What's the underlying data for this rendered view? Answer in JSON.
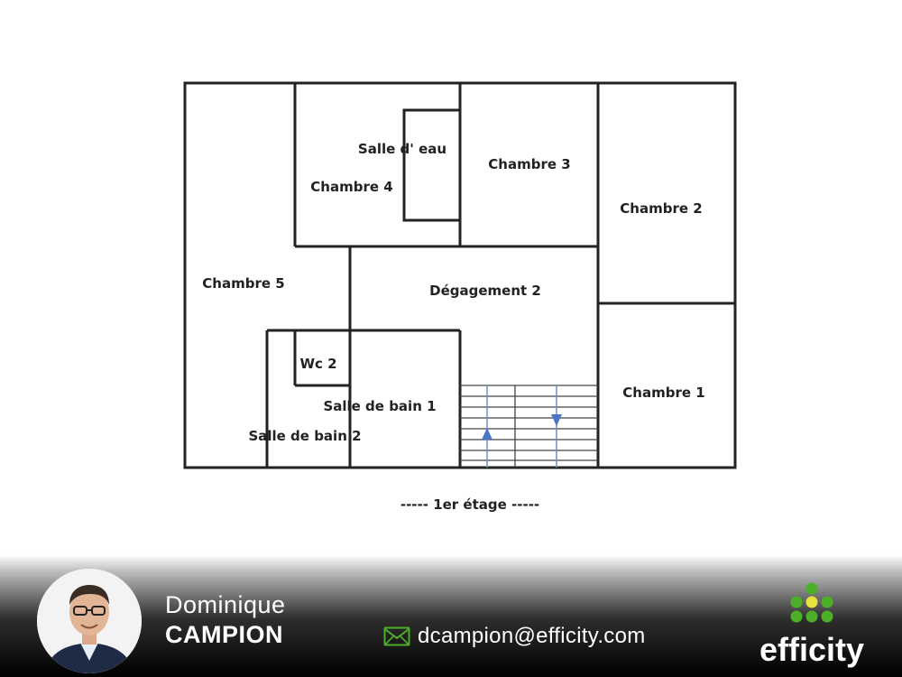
{
  "floor_plan": {
    "rooms": {
      "chambre1": "Chambre 1",
      "chambre2": "Chambre 2",
      "chambre3": "Chambre 3",
      "chambre4": "Chambre 4",
      "chambre5": "Chambre 5",
      "salle_deau": "Salle d' eau",
      "degagement": "Dégagement 2",
      "wc": "Wc 2",
      "sdb1": "Salle de bain 1",
      "sdb2": "Salle de bain 2"
    },
    "caption": "----- 1er étage -----"
  },
  "footer": {
    "first_name": "Dominique",
    "last_name": "CAMPION",
    "email": "dcampion@efficity.com",
    "brand": "efficity",
    "icons": [
      "email-icon",
      "efficity-dots-logo"
    ],
    "colors": {
      "brand_green": "#4caf28",
      "brand_yellow": "#e8e33a"
    }
  }
}
